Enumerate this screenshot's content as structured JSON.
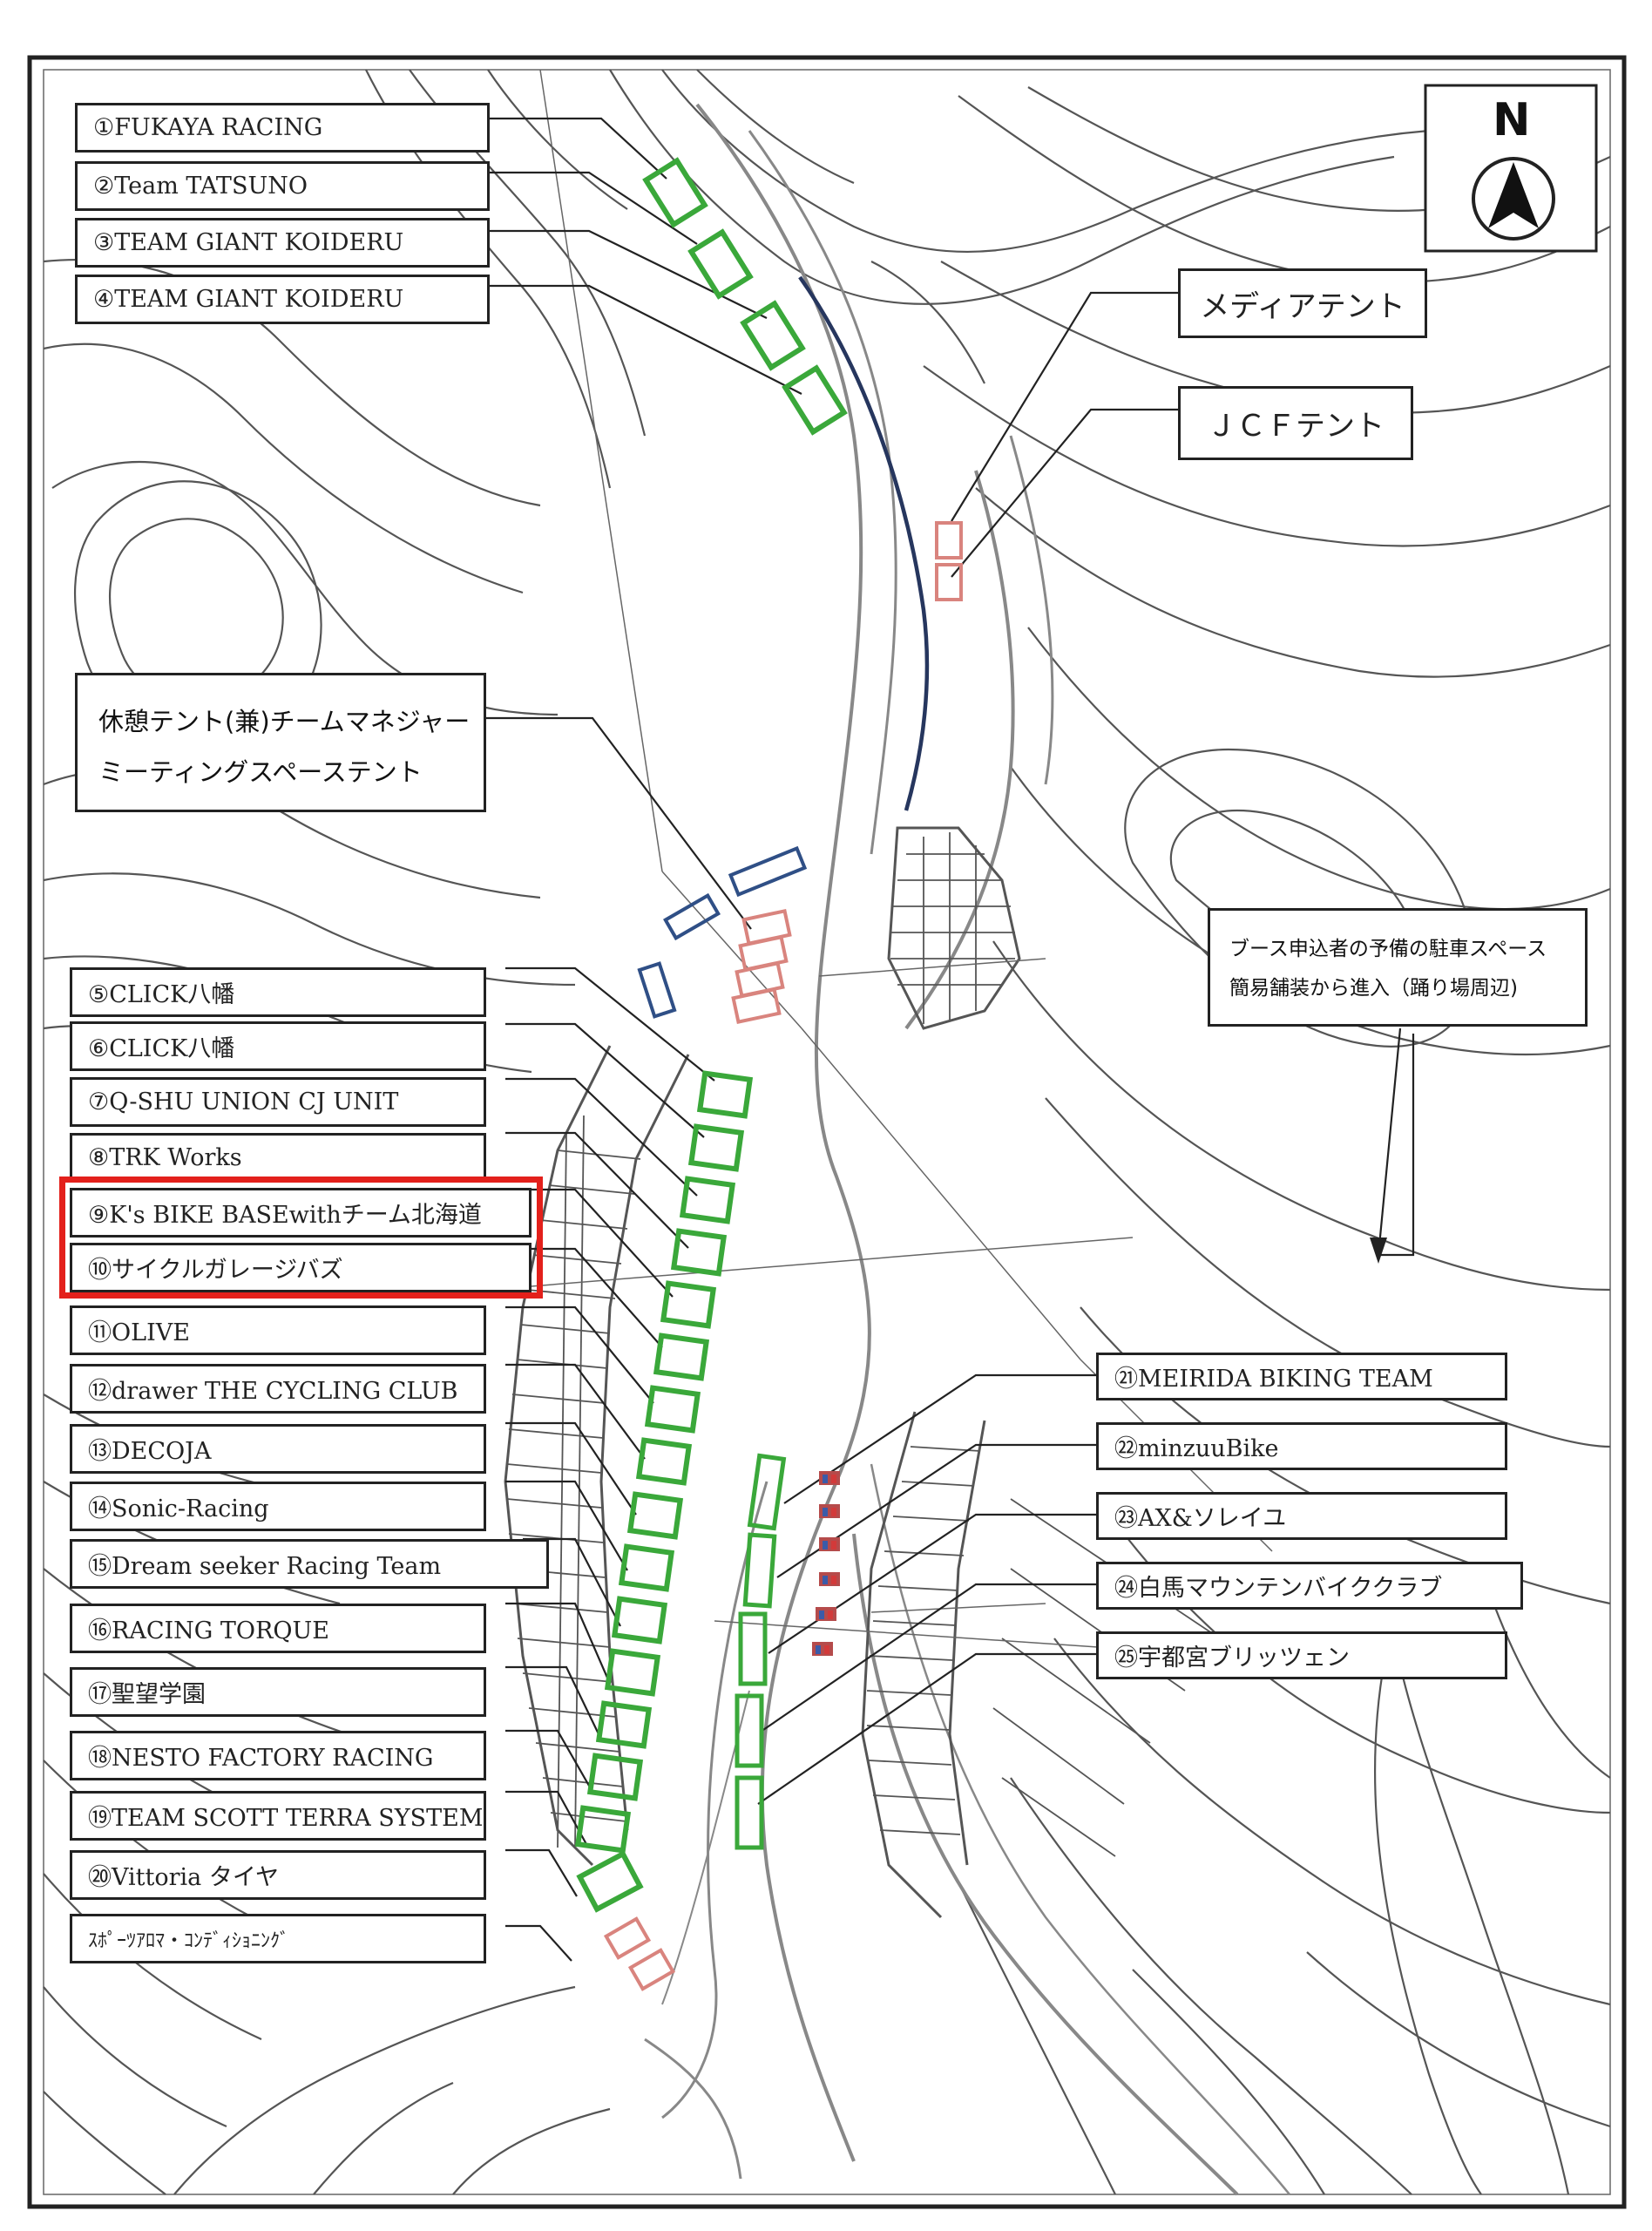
{
  "north_label": "N",
  "left_labels": [
    "①FUKAYA RACING",
    "②Team TATSUNO",
    "③TEAM GIANT KOIDERU",
    "④TEAM GIANT KOIDERU",
    "⑤CLICK八幡",
    "⑥CLICK八幡",
    "⑦Q-SHU UNION CJ UNIT",
    "⑧TRK Works",
    "⑨K's BIKE BASEwithチーム北海道",
    "⑩サイクルガレージバズ",
    "⑪OLIVE",
    "⑫drawer THE CYCLING CLUB",
    "⑬DECOJA",
    "⑭Sonic-Racing",
    "⑮Dream seeker Racing Team",
    "⑯RACING TORQUE",
    "⑰聖望学園",
    "⑱NESTO FACTORY RACING",
    "⑲TEAM SCOTT TERRA SYSTEM",
    "⑳Vittoria タイヤ",
    "ｽﾎﾟｰﾂｱﾛﾏ・ｺﾝﾃﾞｨｼｮﾆﾝｸﾞ"
  ],
  "right_labels": [
    "㉑MEIRIDA BIKING TEAM",
    "㉒minzuuBike",
    "㉓AX&ソレイユ",
    "㉔白馬マウンテンバイククラブ",
    "㉕宇都宮ブリッツェン"
  ],
  "media_tent": "メディアテント",
  "jcf_tent": "ＪＣＦテント",
  "rest_tent": {
    "line1": "休憩テント(兼)チームマネジャー",
    "line2": "ミーティングスペーステント"
  },
  "parking_note": {
    "line1": "ブース申込者の予備の駐車スペース",
    "line2": "簡易舗装から進入（踊り場周辺)"
  },
  "colors": {
    "booth_green": "#3aa83a",
    "booth_red": "#d9847e",
    "booth_blue": "#2f4f86",
    "highlight_red": "#e3201b",
    "contour": "#555555"
  }
}
